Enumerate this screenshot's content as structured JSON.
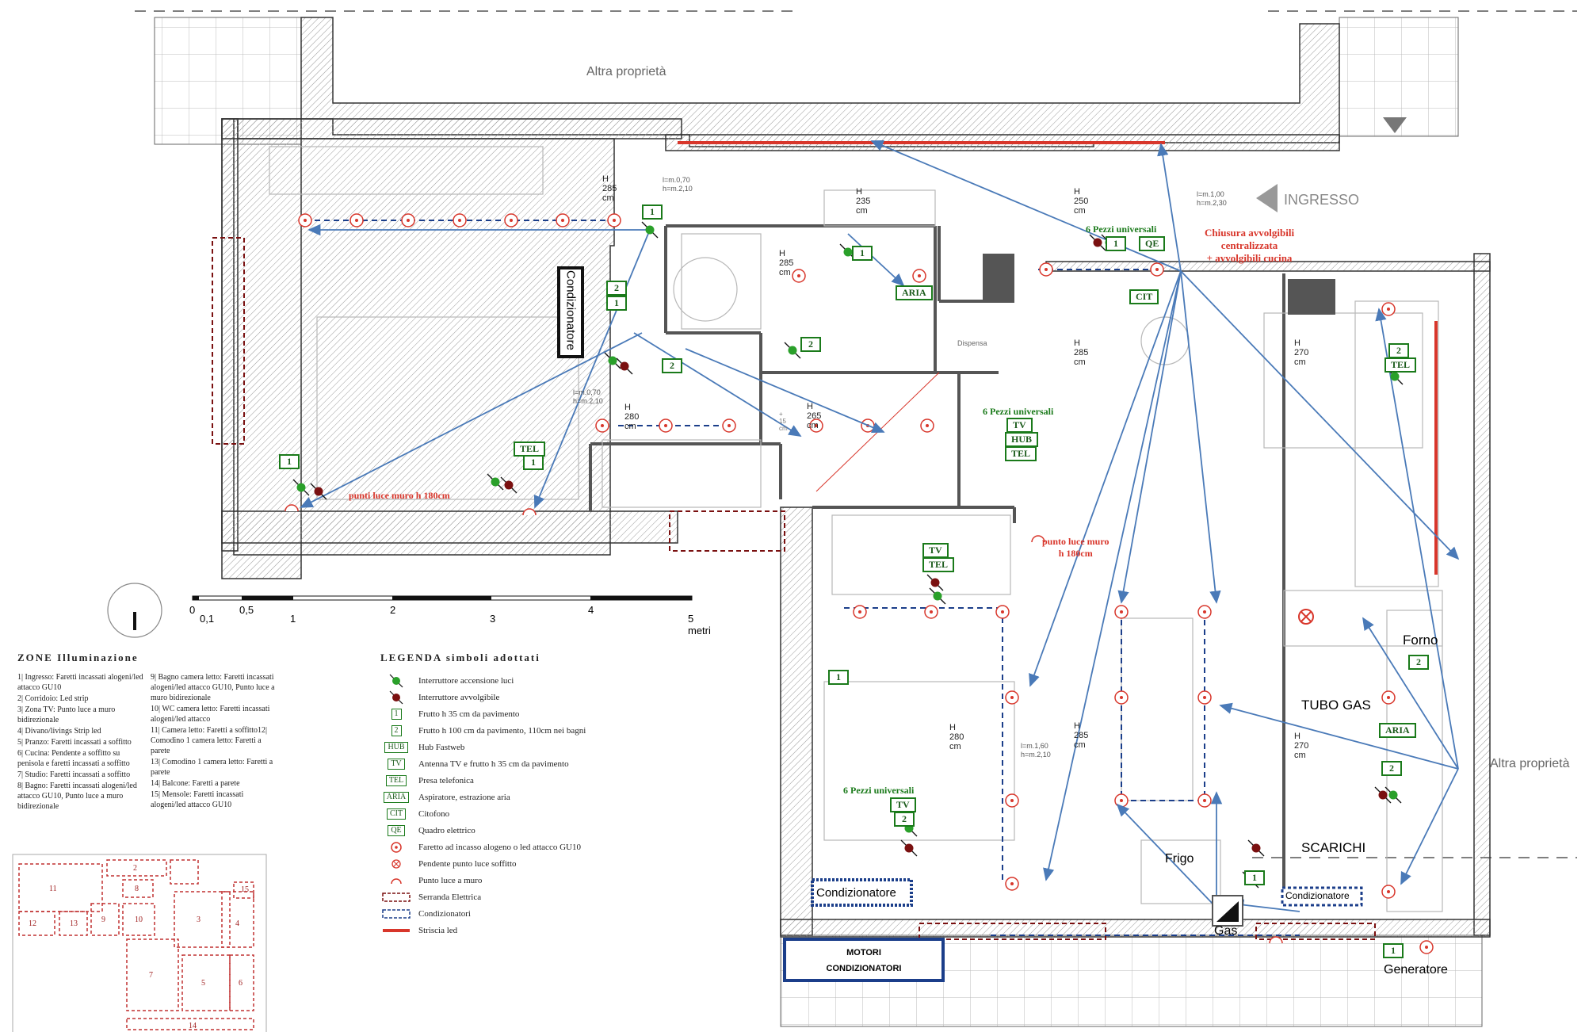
{
  "labels": {
    "altra_top": "Altra proprietà",
    "altra_right": "Altra proprietà",
    "ingresso": "INGRESSO",
    "chiusura_1": "Chiusura avvolgibili",
    "chiusura_2": "centralizzata",
    "chiusura_3": "+ avvolgibili cucina",
    "cond_vertical": "Condizionatore",
    "cond_bottom_left": "Condizionatore",
    "cond_bottom_right": "Condizionatore",
    "motori_1": "MOTORI",
    "motori_2": "CONDIZIONATORI",
    "frigo": "Frigo",
    "gas": "Gas",
    "generatore": "Generatore",
    "forno": "Forno",
    "tubo_gas": "TUBO GAS",
    "scarichi": "SCARICHI",
    "dispensa": "Dispensa",
    "punti_luce": "punti luce muro h 180cm",
    "punto_luce_1": "punto luce muro",
    "punto_luce_2": "h 180cm",
    "pezzi_1": "6 Pezzi universali",
    "pezzi_2": "6 Pezzi universali",
    "pezzi_3": "6 Pezzi universali"
  },
  "heights": {
    "h285_tl": "H 285 cm",
    "h235": "H 235 cm",
    "h250": "H 250 cm",
    "h285_bath": "H 285 cm",
    "h280_bath": "H 280 cm",
    "h265": "H 265 cm",
    "h285_living": "H 285 cm",
    "h270_top": "H 270 cm",
    "h280_bed": "H 280 cm",
    "h285_dining": "H 285 cm",
    "h270_bottom": "H 270 cm",
    "door_a1": "l=m.0,70",
    "door_a2": "h=m.2,10",
    "door_b1": "l=m.1,00",
    "door_b2": "h=m.2,30",
    "door_c1": "l=m.0,70",
    "door_c2": "h=m.2,10",
    "door_d1": "l=m.1,60",
    "door_d2": "h=m.2,10",
    "note_15": "+ 15 cm"
  },
  "boxes": {
    "b1_top": "1",
    "b2_ctrl": "2",
    "b1_ctrl": "1",
    "b1_bath": "1",
    "aria_bath": "ARIA",
    "b1_qe": "1",
    "qe": "QE",
    "cit": "CIT",
    "b2_corr": "2",
    "b2_corr2": "2",
    "b1_bed": "1",
    "tel_bed": "TEL",
    "b1_bed2": "1",
    "tv_living": "TV",
    "hub_living": "HUB",
    "tel_living": "TEL",
    "tv_room": "TV",
    "tel_room": "TEL",
    "b1_room": "1",
    "tv_room2": "TV",
    "b2_room2": "2",
    "b2_kitchen": "2",
    "tel_kitchen": "TEL",
    "b2_forno": "2",
    "aria_kitchen": "ARIA",
    "b2_scarichi": "2",
    "b1_frigo": "1",
    "b1_gen": "1"
  },
  "scale": {
    "ticks": [
      "0",
      "0,1",
      "0,5",
      "1",
      "2",
      "3",
      "4",
      "5 metri"
    ]
  },
  "zones": {
    "title": "ZONE Illuminazione",
    "col1": [
      "1| Ingresso: Faretti incassati alogeni/led attacco GU10",
      "2| Corridoio: Led strip",
      "3| Zona TV: Punto luce a muro bidirezionale",
      "4| Divano/livings Strip led",
      "5| Pranzo: Faretti incassati a soffitto",
      "6| Cucina: Pendente a soffitto su penisola e faretti incassati a soffitto",
      "7| Studio: Faretti incassati a soffitto",
      "8| Bagno: Faretti incassati alogeni/led attacco GU10, Punto luce a muro bidirezionale"
    ],
    "col2": [
      "9| Bagno camera letto: Faretti incassati alogeni/led attacco GU10, Punto luce a muro bidirezionale",
      "10| WC camera letto: Faretti incassati alogeni/led attacco",
      "11| Camera letto: Faretti a soffitto12| Comodino 1 camera letto: Faretti a parete",
      "13| Comodino 1 camera letto: Faretti a parete",
      "14| Balcone: Faretti a parete",
      "15| Mensole: Faretti incassati alogeni/led attacco GU10"
    ],
    "map_numbers": [
      "11",
      "2",
      "8",
      "15",
      "12",
      "13",
      "9",
      "10",
      "3",
      "4",
      "7",
      "5",
      "6",
      "14"
    ]
  },
  "legend": {
    "title": "LEGENDA simboli adottati",
    "items": [
      {
        "sym": "switch-green",
        "text": "Interruttore accensione luci"
      },
      {
        "sym": "switch-red",
        "text": "Interruttore avvolgibile"
      },
      {
        "sym": "1",
        "text": "Frutto h 35 cm da pavimento"
      },
      {
        "sym": "2",
        "text": "Frutto h 100 cm da pavimento, 110cm nei bagni"
      },
      {
        "sym": "HUB",
        "text": "Hub Fastweb"
      },
      {
        "sym": "TV",
        "text": "Antenna TV e frutto h 35 cm da pavimento"
      },
      {
        "sym": "TEL",
        "text": "Presa telefonica"
      },
      {
        "sym": "ARIA",
        "text": "Aspiratore, estrazione aria"
      },
      {
        "sym": "CIT",
        "text": "Citofono"
      },
      {
        "sym": "QE",
        "text": "Quadro elettrico"
      },
      {
        "sym": "spot",
        "text": "Faretto ad incasso alogeno o led attacco GU10"
      },
      {
        "sym": "pendant",
        "text": "Pendente punto luce soffitto"
      },
      {
        "sym": "wall",
        "text": "Punto luce a muro"
      },
      {
        "sym": "shutter",
        "text": "Serranda Elettrica"
      },
      {
        "sym": "ac",
        "text": "Condizionatori"
      },
      {
        "sym": "strip",
        "text": "Striscia led"
      }
    ]
  },
  "colors": {
    "wall": "#3a3a3a",
    "light": "#d8362b",
    "green": "#1a7a1a",
    "blue": "#4a7ab8",
    "darkred": "#7a1010",
    "navy": "#1b3e8a"
  }
}
